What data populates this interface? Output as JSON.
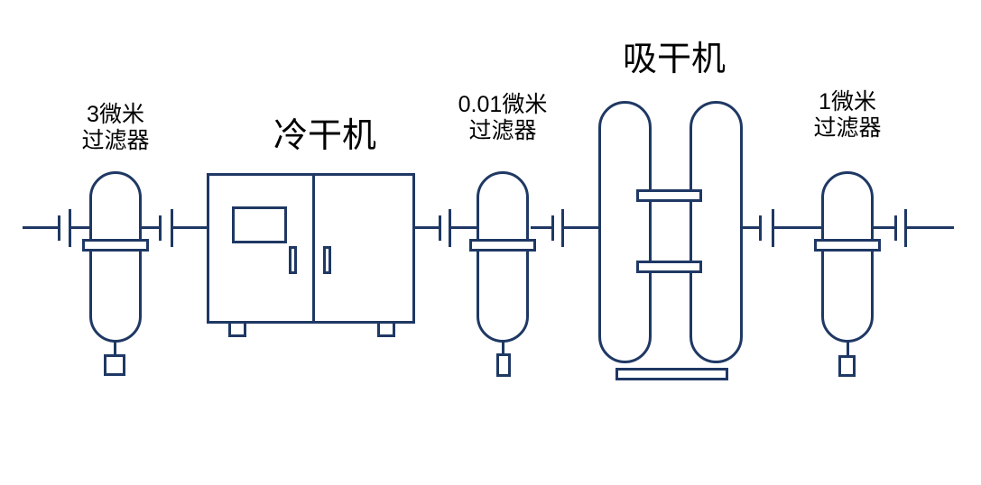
{
  "diagram": {
    "type": "process-flow",
    "flow_direction": "left-to-right",
    "colors": {
      "line": "#1f3864",
      "text": "#000000",
      "background": "#ffffff"
    },
    "components": [
      {
        "id": "filter-3-micron",
        "type": "inline-filter",
        "label": [
          "3微米",
          "过滤器"
        ]
      },
      {
        "id": "refrigerated-dryer",
        "type": "cabinet-dryer",
        "label": [
          "冷干机"
        ]
      },
      {
        "id": "filter-0-01-micron",
        "type": "inline-filter",
        "label": [
          "0.01微米",
          "过滤器"
        ]
      },
      {
        "id": "adsorption-dryer",
        "type": "twin-tower-dryer",
        "label": [
          "吸干机"
        ]
      },
      {
        "id": "filter-1-micron",
        "type": "inline-filter",
        "label": [
          "1微米",
          "过滤器"
        ]
      }
    ]
  }
}
